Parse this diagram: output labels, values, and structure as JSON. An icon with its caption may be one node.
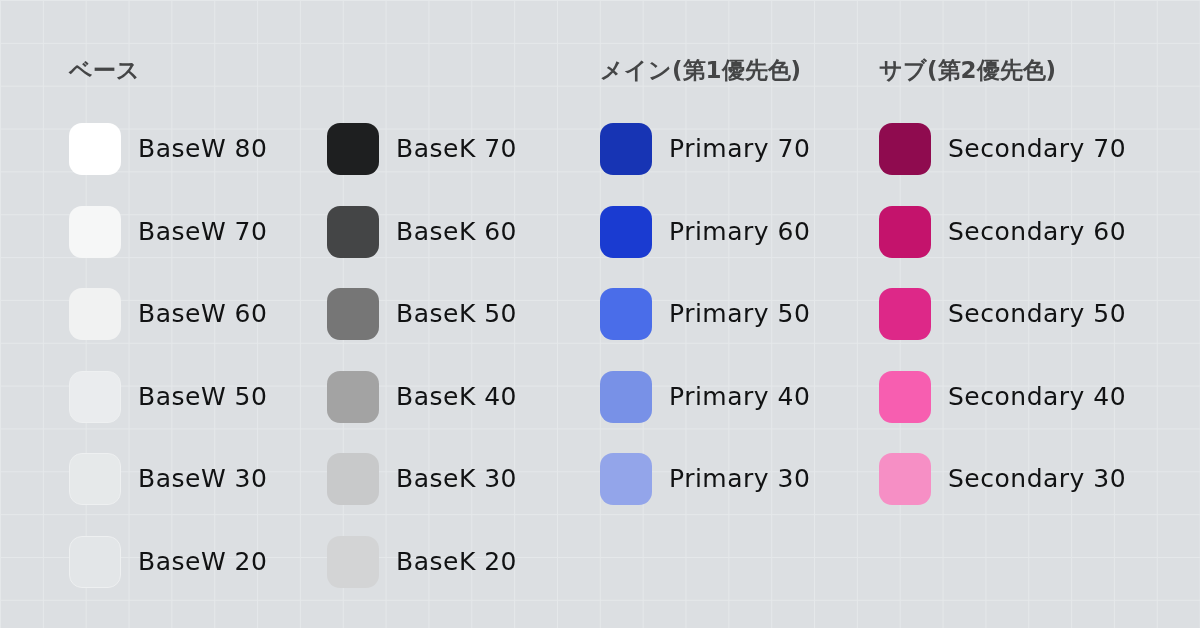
{
  "diagram": {
    "labels": [
      "ベース",
      "メイン(第1優先色)",
      "サブ(第2優先色)"
    ],
    "legend": [
      {
        "text": "BaseW 80",
        "color": "#ffffff"
      },
      {
        "text": "BaseW 70",
        "color": "#f6f7f7"
      },
      {
        "text": "BaseW 60",
        "color": "#f1f2f2"
      },
      {
        "text": "BaseW 50",
        "color": "#eaecee"
      },
      {
        "text": "BaseW 30",
        "color": "#e6e9ea"
      },
      {
        "text": "BaseW 20",
        "color": "#e3e6e8"
      },
      {
        "text": "BaseK 70",
        "color": "#1e1f20"
      },
      {
        "text": "BaseK 60",
        "color": "#444546"
      },
      {
        "text": "BaseK 50",
        "color": "#767676"
      },
      {
        "text": "BaseK 40",
        "color": "#a3a3a3"
      },
      {
        "text": "BaseK 30",
        "color": "#c8c9ca"
      },
      {
        "text": "BaseK 20",
        "color": "#d3d4d5"
      },
      {
        "text": "Primary 70",
        "color": "#1734b4"
      },
      {
        "text": "Primary 60",
        "color": "#1a3bd1"
      },
      {
        "text": "Primary 50",
        "color": "#4a6de9"
      },
      {
        "text": "Primary 40",
        "color": "#7891e7"
      },
      {
        "text": "Primary 30",
        "color": "#93a5ea"
      },
      {
        "text": "Secondary 70",
        "color": "#8f0b4f"
      },
      {
        "text": "Secondary 60",
        "color": "#c4136c"
      },
      {
        "text": "Secondary 50",
        "color": "#dd2888"
      },
      {
        "text": "Secondary 40",
        "color": "#f75eb0"
      },
      {
        "text": "Secondary 30",
        "color": "#f68fc5"
      }
    ]
  }
}
